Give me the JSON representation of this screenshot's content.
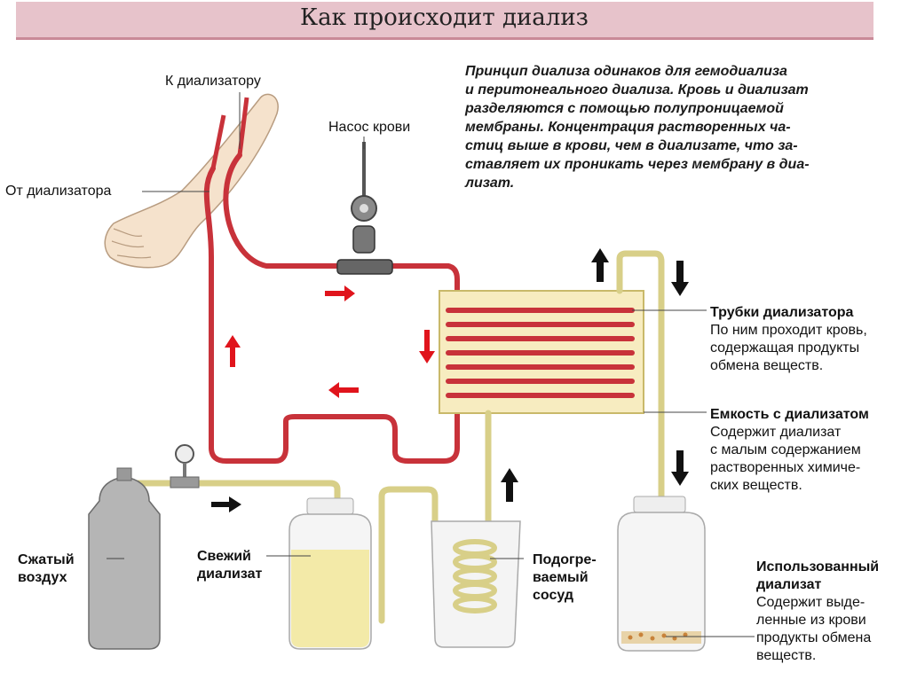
{
  "title": "Как происходит диализ",
  "description": [
    "Принцип диализа одинаков для гемодиализа",
    "и перитонеального диализа. Кровь и диализат",
    "разделяются с помощью полупроницаемой",
    "мембраны. Концентрация растворенных ча-",
    "стиц выше в крови, чем в диализате, что за-",
    "ставляет их проникать через мембрану в диа-",
    "лизат."
  ],
  "labels": {
    "to_dialyzer": "К диализатору",
    "from_dialyzer": "От диализатора",
    "blood_pump": "Насос крови",
    "compressed_air": [
      "Сжатый",
      "воздух"
    ],
    "fresh_dialysate": [
      "Свежий",
      "диализат"
    ],
    "heated_vessel": [
      "Подогре-",
      "ваемый",
      "сосуд"
    ]
  },
  "dialyzer_tubes": {
    "title": "Трубки диализатора",
    "text": [
      "По ним проходит кровь,",
      "содержащая продукты",
      "обмена веществ."
    ]
  },
  "dialysate_container": {
    "title": "Емкость с диализатом",
    "text": [
      "Содержит диализат",
      "с малым содержанием",
      "растворенных химиче-",
      "ских веществ."
    ]
  },
  "used_dialysate": {
    "title": [
      "Использованный",
      "диализат"
    ],
    "text": [
      "Содержит выде-",
      "ленные из крови",
      "продукты обмена",
      "веществ."
    ]
  },
  "colors": {
    "blood": "#c8323a",
    "arrow_red": "#e0141c",
    "title_bg": "#e7c3cb",
    "dialyzer_bg": "#f7ecc0",
    "fluid": "#f3eaa8"
  }
}
